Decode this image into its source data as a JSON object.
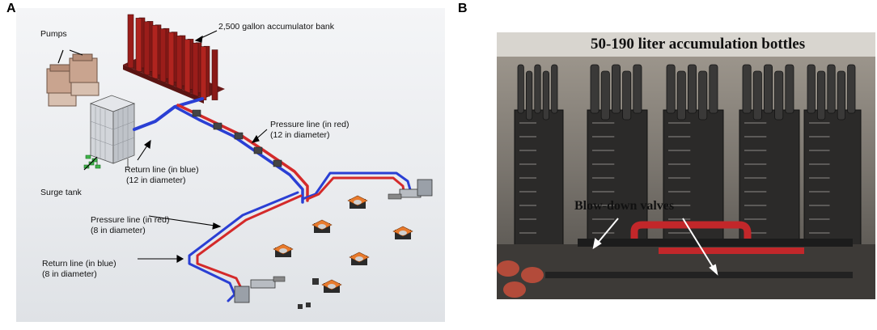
{
  "panels": {
    "a_letter": "A",
    "b_letter": "B"
  },
  "panel_a": {
    "labels": {
      "pumps": "Pumps",
      "accumulator_bank": "2,500 gallon accumulator bank",
      "pressure_line_12_l1": "Pressure line (in red)",
      "pressure_line_12_l2": "(12 in diameter)",
      "return_line_12_l1": "Return line (in blue)",
      "return_line_12_l2": "(12 in diameter)",
      "surge_tank": "Surge tank",
      "pressure_line_8_l1": "Pressure line (in red)",
      "pressure_line_8_l2": "(8 in diameter)",
      "return_line_8_l1": "Return line (in blue)",
      "return_line_8_l2": "(8 in diameter)"
    },
    "colors": {
      "pressure": "#d42a2a",
      "return": "#2a3fd4",
      "accumulator": "#a8211f",
      "pump": "#c8a894",
      "base_pad": "#e87a2c"
    }
  },
  "panel_b": {
    "title": "50-190 liter accumulation bottles",
    "valve_label": "Blow-down valves"
  }
}
